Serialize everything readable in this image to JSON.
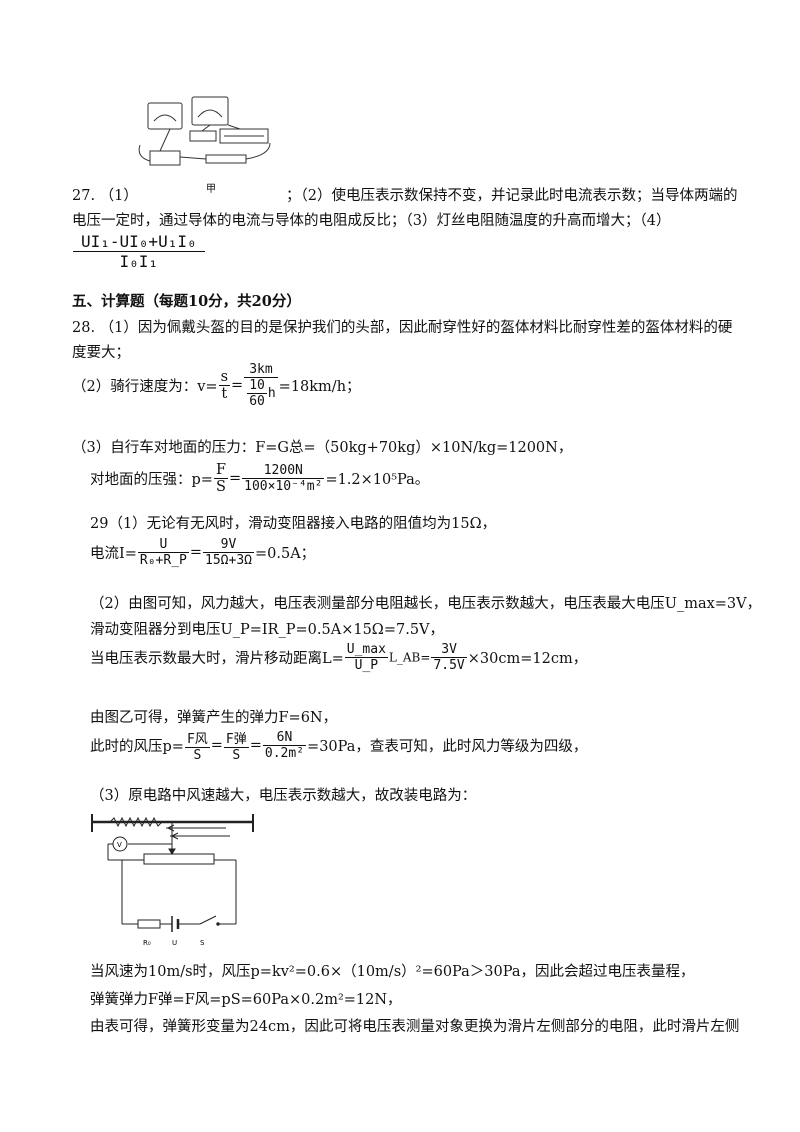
{
  "q27": {
    "fig_label": "甲",
    "line1_prefix": "27. （1）",
    "line1_rest": "；（2）使电压表示数保持不变，并记录此时电流表示数；当导体两端的",
    "line2": "电压一定时，通过导体的电流与导体的电阻成反比；（3）灯丝电阻随温度的升高而增大；（4）",
    "formula_num": "UI₁-UI₀+U₁I₀",
    "formula_den": "I₀I₁"
  },
  "section5": {
    "title": "五、计算题（每题10分，共20分）"
  },
  "q28": {
    "line1": "28. （1）因为佩戴头盔的目的是保护我们的头部，因此耐穿性好的盔体材料比耐穿性差的盔体材料的硬",
    "line2": "度要大；",
    "speed_prefix": "（2）骑行速度为：v=",
    "speed_s": "s",
    "speed_t": "t",
    "speed_num": "3km",
    "speed_den_num": "10",
    "speed_den_den": "60",
    "speed_h": "h",
    "speed_result": "=18km/h；",
    "force_line": "（3）自行车对地面的压力：F=G总=（50kg+70kg）×10N/kg=1200N，",
    "pressure_prefix": "对地面的压强：p=",
    "pressure_F": "F",
    "pressure_S": "S",
    "pressure_num": "1200N",
    "pressure_den": "100×10⁻⁴m²",
    "pressure_result": "=1.2×10⁵Pa。"
  },
  "q29": {
    "line1": "29（1）无论有无风时，滑动变阻器接入电路的阻值均为15Ω，",
    "current_prefix": "电流I=",
    "current_num1": "U",
    "current_den1": "R₀+R_P",
    "current_num2": "9V",
    "current_den2": "15Ω+3Ω",
    "current_result": "=0.5A；",
    "line2": "（2）由图可知，风力越大，电压表测量部分电阻越长，电压表示数越大，电压表最大电压U_max=3V，",
    "line3": "滑动变阻器分到电压U_P=IR_P=0.5A×15Ω=7.5V，",
    "len_prefix": "当电压表示数最大时，滑片移动距离L=",
    "len_num1": "U_max",
    "len_den1": "U_P",
    "len_mid": "L_AB=",
    "len_num2": "3V",
    "len_den2": "7.5V",
    "len_result": "×30cm=12cm，",
    "line4": "由图乙可得，弹簧产生的弹力F=6N，",
    "wind_prefix": "此时的风压p=",
    "wind_num1": "F风",
    "wind_den1": "S",
    "wind_num2": "F弹",
    "wind_den2": "S",
    "wind_num3": "6N",
    "wind_den3": "0.2m²",
    "wind_result": "=30Pa，查表可知，此时风力等级为四级，",
    "line5": "（3）原电路中风速越大，电压表示数越大，故改装电路为：",
    "circuit_labels": {
      "r0": "R₀",
      "u": "U",
      "s": "S",
      "v": "V"
    },
    "line6": "当风速为10m/s时，风压p=kv²=0.6×（10m/s）²=60Pa＞30Pa，因此会超过电压表量程，",
    "line7": "弹簧弹力F弹=F风=pS=60Pa×0.2m²=12N，",
    "line8": "由表可得，弹簧形变量为24cm，因此可将电压表测量对象更换为滑片左侧部分的电阻，此时滑片左侧"
  }
}
